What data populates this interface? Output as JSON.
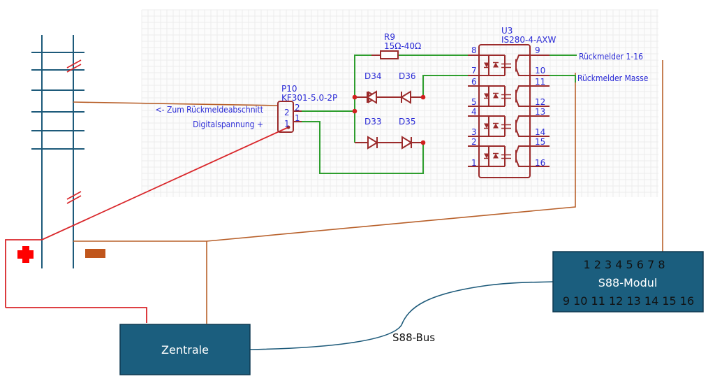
{
  "schematic": {
    "connector": {
      "ref": "P10",
      "part": "KF301-5.0-2P",
      "pins": [
        "2",
        "1"
      ],
      "labels": [
        "<- Zum Rückmeldeabschnitt",
        "Digitalspannung +"
      ]
    },
    "resistor": {
      "ref": "R9",
      "value": "15Ω-40Ω"
    },
    "diodes": [
      "D34",
      "D36",
      "D33",
      "D35"
    ],
    "optocoupler": {
      "ref": "U3",
      "part": "IS280-4-AXW",
      "left_pins": [
        "8",
        "7",
        "6",
        "5",
        "4",
        "3",
        "2",
        "1"
      ],
      "right_pins": [
        "9",
        "10",
        "11",
        "12",
        "13",
        "14",
        "15",
        "16"
      ]
    },
    "net_labels": [
      "Rückmelder 1-16",
      "Rückmelder Masse"
    ]
  },
  "blocks": {
    "s88_module": {
      "title": "S88-Modul",
      "top_row": "1 2 3 4 5 6 7 8",
      "bottom_row": "9 10 11 12 13 14 15 16",
      "color": "#1b5e7e"
    },
    "zentrale": {
      "title": "Zentrale",
      "color": "#1b5e7e"
    },
    "bus_label": "S88-Bus"
  },
  "colors": {
    "track": "#1d5a7a",
    "wire_brown": "#b8602a",
    "wire_red": "#d9262a",
    "wire_green": "#2e9e2e",
    "symbol": "#9b2b2b",
    "schematic_text": "#2b2bd6"
  }
}
